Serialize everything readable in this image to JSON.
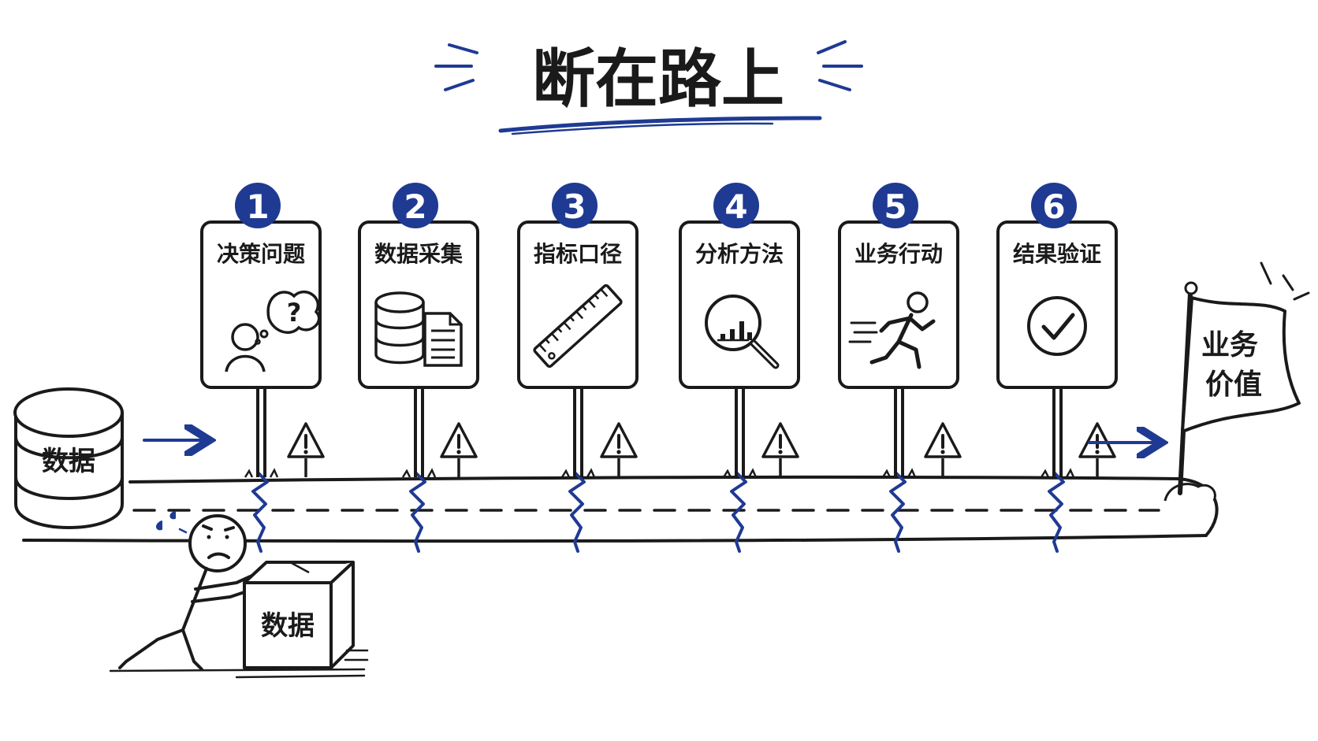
{
  "title": "断在路上",
  "source": {
    "label": "数据"
  },
  "box": {
    "label": "数据"
  },
  "goal": {
    "label_line1": "业务",
    "label_line2": "价值"
  },
  "colors": {
    "ink": "#1a1a1a",
    "accent": "#1f3a93",
    "paper": "#ffffff"
  },
  "steps": [
    {
      "number": "1",
      "label": "决策问题",
      "icon": "thinking-person-icon"
    },
    {
      "number": "2",
      "label": "数据采集",
      "icon": "database-document-icon"
    },
    {
      "number": "3",
      "label": "指标口径",
      "icon": "ruler-icon"
    },
    {
      "number": "4",
      "label": "分析方法",
      "icon": "magnifier-chart-icon"
    },
    {
      "number": "5",
      "label": "业务行动",
      "icon": "running-person-icon"
    },
    {
      "number": "6",
      "label": "结果验证",
      "icon": "check-circle-icon"
    }
  ]
}
